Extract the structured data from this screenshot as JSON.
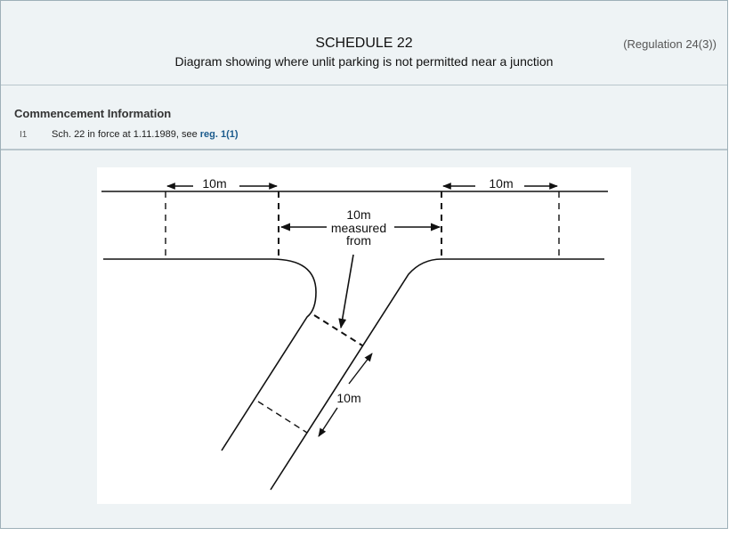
{
  "header": {
    "title": "SCHEDULE 22",
    "subtitle": "Diagram showing where unlit parking is not permitted near a junction",
    "regulation_ref": "(Regulation 24(3))"
  },
  "commencement": {
    "heading": "Commencement Information",
    "note_id": "I1",
    "note_text_prefix": "Sch. 22 in force at 1.11.1989, see",
    "note_link": "reg. 1(1)"
  },
  "diagram": {
    "left_distance": "10m",
    "right_distance": "10m",
    "measured_line1": "10m",
    "measured_line2": "measured",
    "measured_line3": "from",
    "side_road_distance": "10m"
  }
}
